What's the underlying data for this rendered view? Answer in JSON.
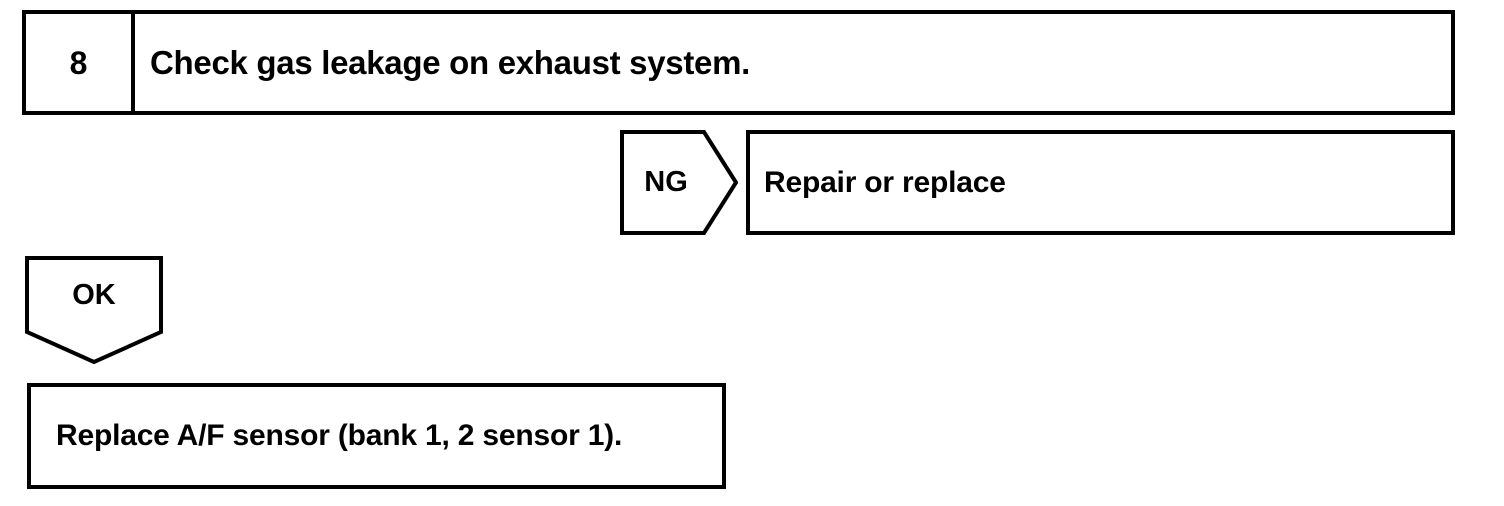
{
  "diagram": {
    "type": "troubleshooting-flowchart",
    "ink_color": "#000000",
    "background_color": "#ffffff"
  },
  "step": {
    "number": "8",
    "instruction": "Check gas leakage on exhaust system."
  },
  "branches": {
    "ng": {
      "label": "NG",
      "direction": "right",
      "result": "Repair or replace"
    },
    "ok": {
      "label": "OK",
      "direction": "down",
      "result": "Replace A/F sensor (bank 1, 2 sensor 1)."
    }
  }
}
